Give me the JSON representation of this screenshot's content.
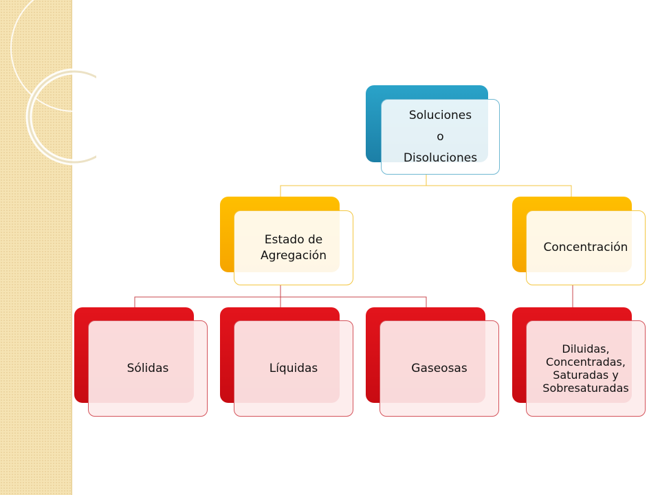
{
  "diagram": {
    "root": {
      "lines": [
        "Soluciones",
        "o",
        "Disoluciones"
      ]
    },
    "estado": {
      "label": "Estado de Agregación"
    },
    "concentracion": {
      "label": "Concentración"
    },
    "solidas": {
      "label": "Sólidas"
    },
    "liquidas": {
      "label": "Líquidas"
    },
    "gaseosas": {
      "label": "Gaseosas"
    },
    "tipos": {
      "label": "Diluidas, Concentradas, Saturadas y Sobresaturadas"
    }
  },
  "colors": {
    "root": "#2aa3c9",
    "level1": "#ffbf00",
    "level2": "#e3141c",
    "strip": "#f5e3b3"
  }
}
